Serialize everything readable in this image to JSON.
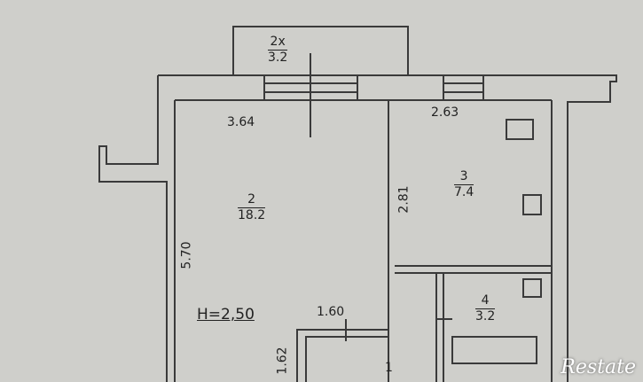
{
  "rooms": {
    "balcony": {
      "number": "2x",
      "area": "3.2"
    },
    "living": {
      "number": "2",
      "area": "18.2"
    },
    "kitchen": {
      "number": "3",
      "area": "7.4"
    },
    "bath": {
      "number": "4",
      "area": "3.2"
    },
    "hall": {
      "number": "1"
    }
  },
  "dimensions": {
    "living_width": "3.64",
    "kitchen_width": "2.63",
    "living_length": "5.70",
    "kitchen_depth": "2.81",
    "hall_width": "1.60",
    "hall_length": "1.62"
  },
  "ceiling_height": "H=2,50",
  "watermark": "Restate"
}
